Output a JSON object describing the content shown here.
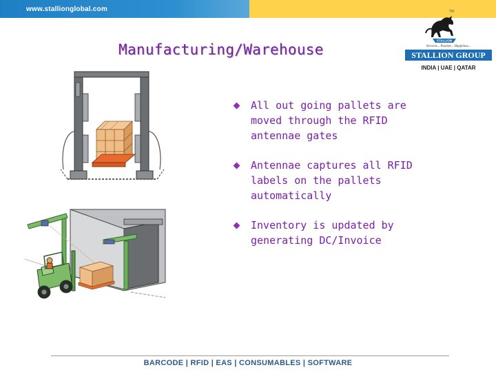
{
  "header": {
    "url": "www.stallionglobal.com",
    "colors": {
      "blue": "#1f7fc3",
      "yellow": "#ffd24c"
    }
  },
  "logo": {
    "tm": "TM",
    "badge_text": "STALLION",
    "tagline": "Services... Passion... Happiness...",
    "company": "STALLION GROUP",
    "locations": "INDIA | UAE | QATAR"
  },
  "slide": {
    "title": "Manufacturing/Warehouse",
    "bullets": [
      "All out going pallets are moved through the RFID antennae gates",
      "Antennae captures all RFID labels on the pallets automatically",
      "Inventory is updated by generating DC/Invoice"
    ]
  },
  "footer": {
    "text": "BARCODE | RFID | EAS | CONSUMABLES | SOFTWARE"
  }
}
